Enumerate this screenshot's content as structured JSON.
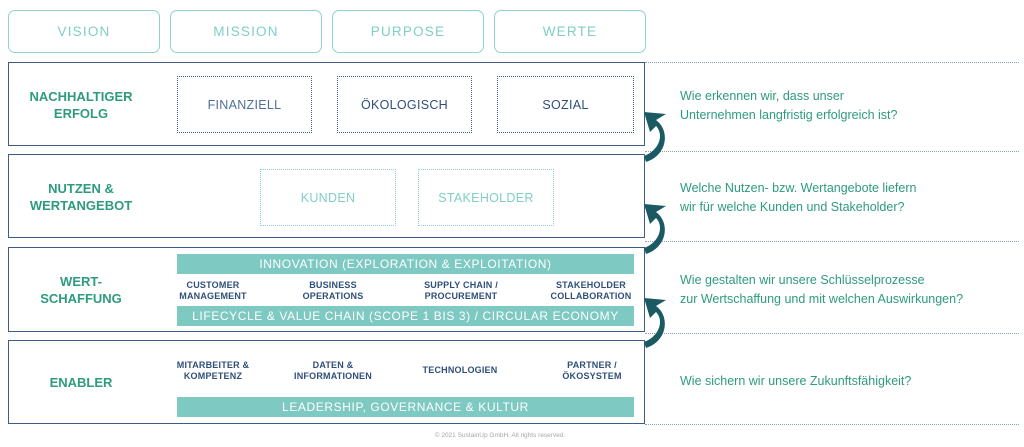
{
  "tabs": [
    "VISION",
    "MISSION",
    "PURPOSE",
    "WERTE"
  ],
  "rows": {
    "erfolg": {
      "label": "NACHHALTIGER\nERFOLG",
      "boxes": [
        "FINANZIELL",
        "ÖKOLOGISCH",
        "SOZIAL"
      ],
      "question": "Wie erkennen wir, dass unser\nUnternehmen langfristig erfolgreich ist?"
    },
    "nutzen": {
      "label": "NUTZEN &\nWERTANGEBOT",
      "boxes": [
        "KUNDEN",
        "STAKEHOLDER"
      ],
      "question": "Welche Nutzen- bzw. Wertangebote liefern\nwir für welche Kunden und Stakeholder?"
    },
    "wert": {
      "label": "WERT-\nSCHAFFUNG",
      "top_bar": "INNOVATION (EXPLORATION & EXPLOITATION)",
      "items": [
        "CUSTOMER\nMANAGEMENT",
        "BUSINESS\nOPERATIONS",
        "SUPPLY CHAIN /\nPROCUREMENT",
        "STAKEHOLDER\nCOLLABORATION"
      ],
      "bottom_bar": "LIFECYCLE & VALUE CHAIN (SCOPE 1 BIS 3) / CIRCULAR ECONOMY",
      "question": "Wie gestalten wir unsere Schlüsselprozesse\nzur Wertschaffung und mit welchen Auswirkungen?"
    },
    "enabler": {
      "label": "ENABLER",
      "items": [
        "MITARBEITER &\nKOMPETENZ",
        "DATEN &\nINFORMATIONEN",
        "TECHNOLOGIEN",
        "PARTNER /\nÖKOSYSTEM"
      ],
      "bottom_bar": "LEADERSHIP, GOVERNANCE & KULTUR",
      "question": "Wie sichern wir unsere Zukunftsfähigkeit?"
    }
  },
  "footer": "© 2021 SustainUp GmbH. All rights reserved.",
  "colors": {
    "navy": "#3e5a86",
    "teal": "#7ec9c2",
    "green": "#2e9b7f",
    "arrow_dark": "#1c5a63"
  }
}
